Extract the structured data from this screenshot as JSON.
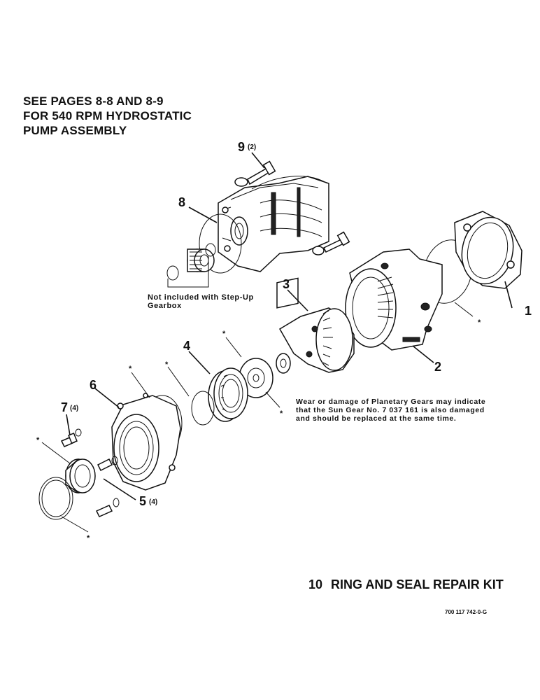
{
  "heading_lines": [
    "SEE PAGES 8-8 AND 8-9",
    "FOR 540 RPM HYDROSTATIC",
    "PUMP ASSEMBLY"
  ],
  "callouts": {
    "c1": "1",
    "c2": "2",
    "c3": "3",
    "c4": "4",
    "c5": "5",
    "c5_qty": "(4)",
    "c6": "6",
    "c7": "7",
    "c7_qty": "(4)",
    "c8": "8",
    "c9": "9",
    "c9_qty": "(2)"
  },
  "asterisk": "*",
  "step_up_note": [
    "Not included with Step-Up",
    "Gearbox"
  ],
  "planetary_note": [
    "Wear or damage of Planetary Gears may indicate",
    "that the Sun Gear No. 7 037 161 is also damaged",
    "and should be replaced at the same time."
  ],
  "kit": {
    "number": "10",
    "label": "RING AND SEAL REPAIR KIT"
  },
  "doc_number": "700 117 742-0-G",
  "colors": {
    "ink": "#111111",
    "paper": "#ffffff"
  }
}
